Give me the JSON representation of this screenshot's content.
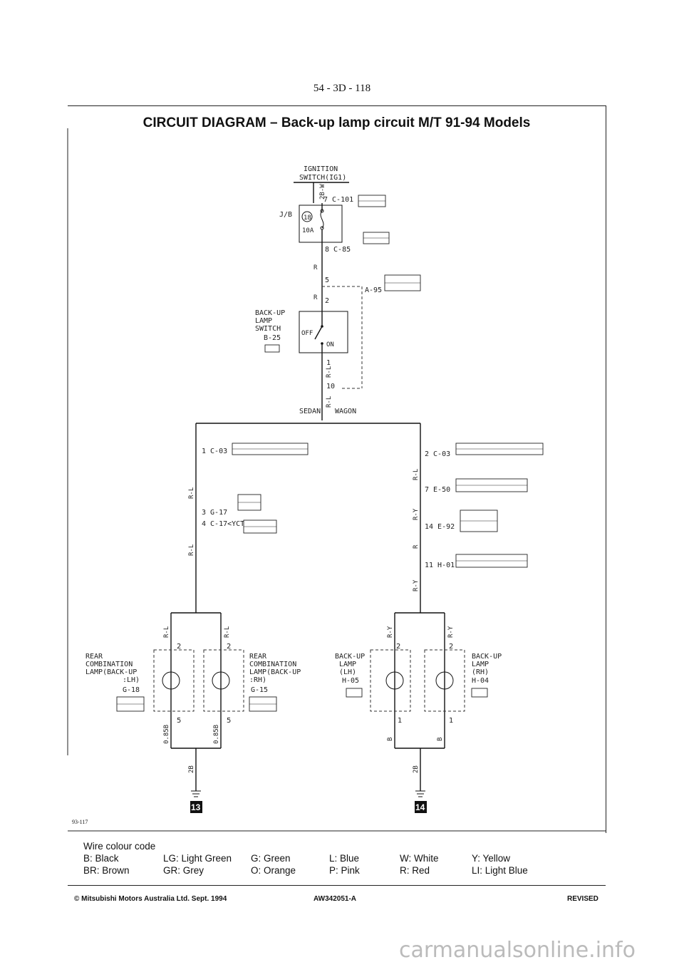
{
  "page_header": "54 - 3D - 118",
  "title": "CIRCUIT DIAGRAM – Back-up lamp circuit M/T 91-94 Models",
  "diagram": {
    "ignition_label_1": "IGNITION",
    "ignition_label_2": "SWITCH(IG1)",
    "wire_2b_w": "2B-W",
    "conn_c101": "7 C-101",
    "jb_label": "J/B",
    "fuse_number": "18",
    "fuse_rating": "10A",
    "conn_c85": "8 C-85",
    "wire_r1": "R",
    "pin_5": "5",
    "conn_a95": "A-95",
    "wire_r2": "R",
    "pin_2": "2",
    "backup_switch_1": "BACK-UP",
    "backup_switch_2": "LAMP",
    "backup_switch_3": "SWITCH",
    "backup_switch_code": "B-25",
    "switch_off": "OFF",
    "switch_on": "ON",
    "pin_1": "1",
    "pin_10": "10",
    "wire_rl1": "R-L",
    "wire_rl2": "R-L",
    "sedan": "SEDAN",
    "wagon": "WAGON",
    "conn_left_c03": "1 C-03",
    "wire_rl_left": "R-L",
    "conn_g17": "3 G-17",
    "conn_c17": "4 C-17<YCT>",
    "wire_rl_left2": "R-L",
    "conn_right_c03": "2 C-03",
    "wire_rl_right": "R-L",
    "conn_e50": "7 E-50",
    "wire_ry_right": "R-Y",
    "conn_e92": "14 E-92",
    "wire_r_right": "R",
    "conn_h01": "11 H-01",
    "wire_ry_right2": "R-Y",
    "lamp_left_pin_left": "2",
    "lamp_left_pin_right": "2",
    "lamp_left_wire_left": "R-L",
    "lamp_left_wire_right": "R-L",
    "rear_lh_1": "REAR",
    "rear_lh_2": "COMBINATION",
    "rear_lh_3": "LAMP(BACK-UP",
    "rear_lh_4": ":LH)",
    "rear_lh_code": "G-18",
    "rear_rh_1": "REAR",
    "rear_rh_2": "COMBINATION",
    "rear_rh_3": "LAMP(BACK-UP",
    "rear_rh_4": ":RH)",
    "rear_rh_code": "G-15",
    "lamp_left_pin_bottom_left": "5",
    "lamp_left_pin_bottom_right": "5",
    "wire_085b_1": "0.85B",
    "wire_085b_2": "0.85B",
    "wire_2b_left": "2B",
    "ground_left": "13",
    "lamp_right_wire_left": "R-Y",
    "lamp_right_wire_right": "R-Y",
    "lamp_right_pin_left": "2",
    "lamp_right_pin_right": "2",
    "backup_lh_1": "BACK-UP",
    "backup_lh_2": "LAMP",
    "backup_lh_3": "(LH)",
    "backup_lh_code": "H-05",
    "backup_rh_1": "BACK-UP",
    "backup_rh_2": "LAMP",
    "backup_rh_3": "(RH)",
    "backup_rh_code": "H-04",
    "lamp_right_pin_bottom_left": "1",
    "lamp_right_pin_bottom_right": "1",
    "wire_b_1": "B",
    "wire_b_2": "B",
    "wire_2b_right": "2B",
    "ground_right": "14",
    "drawing_code": "93-117"
  },
  "colour_code": {
    "heading": "Wire colour code",
    "rows": [
      [
        "B: Black",
        "LG: Light Green",
        "G: Green",
        "L: Blue",
        "W: White",
        "Y: Yellow"
      ],
      [
        "BR: Brown",
        "GR: Grey",
        "O: Orange",
        "P: Pink",
        "R: Red",
        "LI: Light Blue"
      ]
    ]
  },
  "footer": {
    "copyright": "© Mitsubishi Motors Australia Ltd. Sept. 1994",
    "doc_code": "AW342051-A",
    "status": "REVISED"
  },
  "watermark": "carmanualsonline.info"
}
